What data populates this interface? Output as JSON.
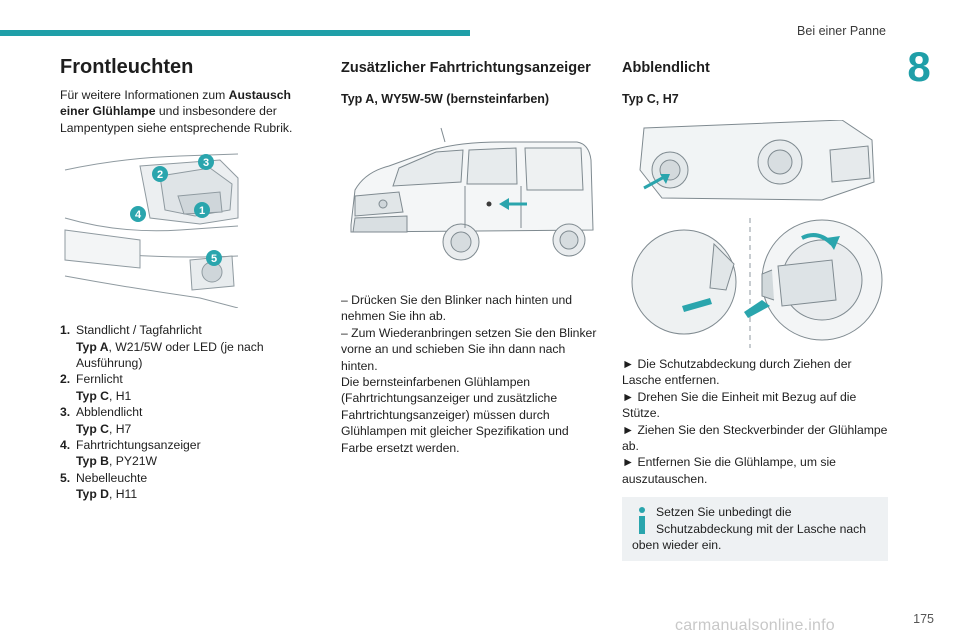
{
  "header": {
    "section": "Bei einer Panne",
    "chapter": "8"
  },
  "col1": {
    "title": "Frontleuchten",
    "intro_a": "Für weitere Informationen zum ",
    "intro_b": "Austausch einer Glühlampe",
    "intro_c": " und insbesondere der Lampentypen siehe entsprechende Rubrik.",
    "labels": [
      "1",
      "2",
      "3",
      "4",
      "5"
    ],
    "items": [
      {
        "num": "1.",
        "name": "Standlicht / Tagfahrlicht",
        "type": "Typ A",
        "spec": ", W21/5W oder LED (je nach Ausführung)"
      },
      {
        "num": "2.",
        "name": "Fernlicht",
        "type": "Typ C",
        "spec": ", H1"
      },
      {
        "num": "3.",
        "name": "Abblendlicht",
        "type": "Typ C",
        "spec": ", H7"
      },
      {
        "num": "4.",
        "name": "Fahrtrichtungsanzeiger",
        "type": "Typ B",
        "spec": ", PY21W"
      },
      {
        "num": "5.",
        "name": "Nebelleuchte",
        "type": "Typ D",
        "spec": ", H11"
      }
    ]
  },
  "col2": {
    "title": "Zusätzlicher Fahrtrichtungsanzeiger",
    "subtitle": "Typ A, WY5W-5W (bernsteinfarben)",
    "step1": "–  Drücken Sie den Blinker nach hinten und nehmen Sie ihn ab.",
    "step2": "–  Zum Wiederanbringen setzen Sie den Blinker vorne an und schieben Sie ihn dann nach hinten.",
    "note": "Die bernsteinfarbenen Glühlampen (Fahrtrichtungsanzeiger und zusätzliche Fahrtrichtungsanzeiger) müssen durch Glühlampen mit gleicher Spezifikation und Farbe ersetzt werden."
  },
  "col3": {
    "title": "Abblendlicht",
    "subtitle": "Typ C, H7",
    "bullets": [
      "►  Die Schutzabdeckung durch Ziehen der Lasche entfernen.",
      "►   Drehen Sie die Einheit mit Bezug auf die Stütze.",
      "►  Ziehen Sie den Steckverbinder der Glühlampe ab.",
      "►  Entfernen Sie die Glühlampe, um sie auszutauschen."
    ],
    "info_line1": "Setzen Sie unbedingt die Schutzabdeckung mit der Lasche nach",
    "info_line2": "oben wieder ein."
  },
  "footer": {
    "page": "175",
    "watermark": "carmanualsonline.info"
  },
  "colors": {
    "accent": "#1f9fa8",
    "info_bg": "#eef1f3",
    "arrow": "#2aa5ad"
  },
  "icons": [
    "info-icon",
    "arrow-icon"
  ]
}
